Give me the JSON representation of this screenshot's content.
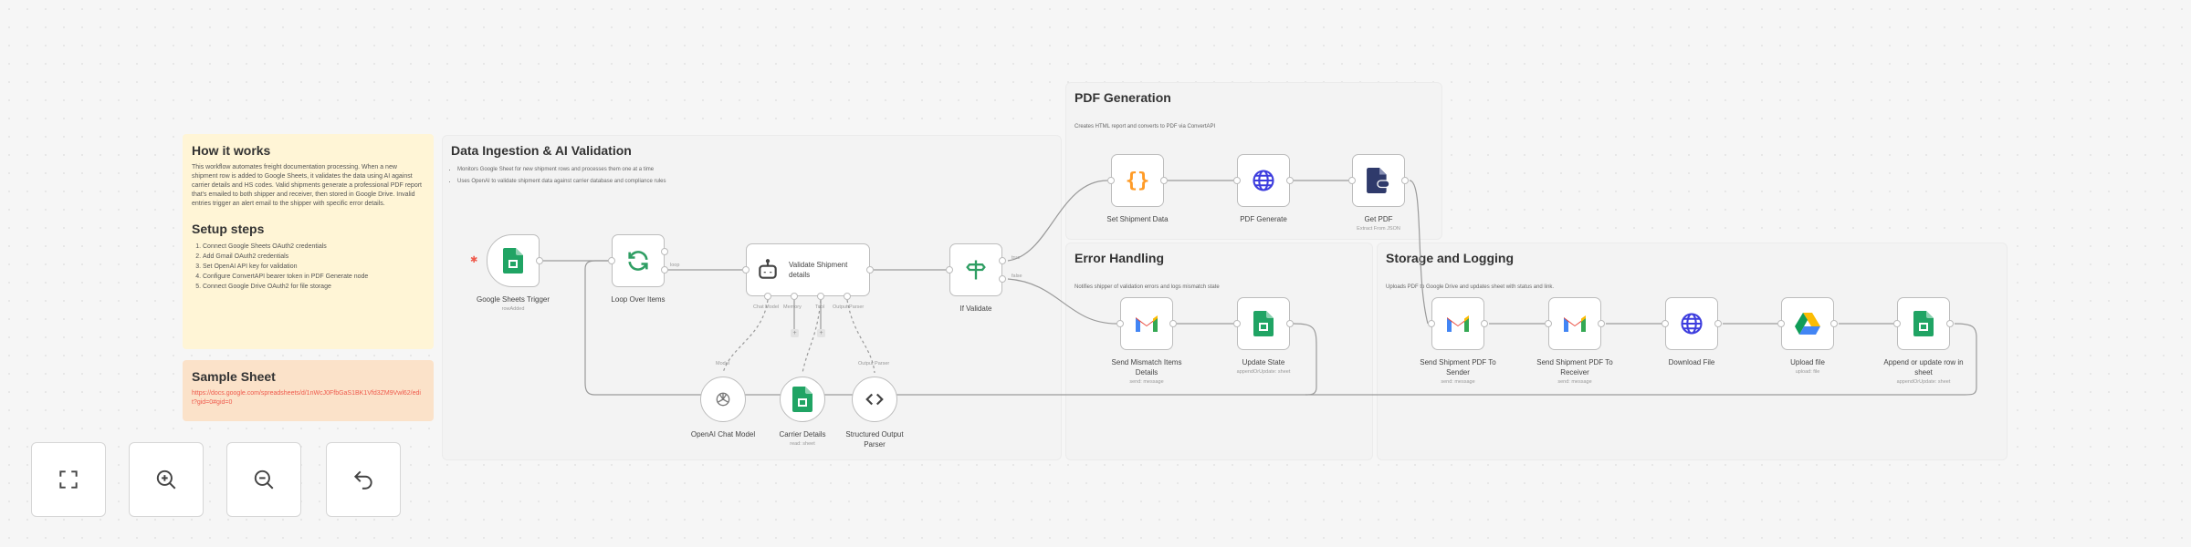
{
  "notes": {
    "how_it_works": {
      "title": "How it works",
      "body": "This workflow automates freight documentation processing. When a new shipment row is added to Google Sheets, it validates the data using AI against carrier details and HS codes. Valid shipments generate a professional PDF report that's emailed to both shipper and receiver, then stored in Google Drive. Invalid entries trigger an alert email to the shipper with specific error details.",
      "setup_title": "Setup steps",
      "setup_steps": [
        "Connect Google Sheets OAuth2 credentials",
        "Add Gmail OAuth2 credentials",
        "Set OpenAI API key for validation",
        "Configure ConvertAPI bearer token in PDF Generate node",
        "Connect Google Drive OAuth2 for file storage"
      ]
    },
    "sample_sheet": {
      "title": "Sample Sheet",
      "link": "https://docs.google.com/spreadsheets/d/1nWcJ0FfbGaS1BK1Vfd3ZM9Vwl62/edit?gid=0#gid=0"
    }
  },
  "sections": {
    "ingestion": {
      "title": "Data Ingestion & AI Validation",
      "bullets": [
        "Monitors Google Sheet for new shipment rows and processes them one at a time",
        "Uses OpenAI to validate shipment data against carrier database and compliance rules"
      ]
    },
    "pdf": {
      "title": "PDF Generation",
      "desc": "Creates HTML report and converts to PDF via ConvertAPI"
    },
    "error": {
      "title": "Error Handling",
      "desc": "Notifies shipper of validation errors and logs mismatch state"
    },
    "storage": {
      "title": "Storage and Logging",
      "desc": "Uploads PDF to Google Drive and updates sheet with status and link."
    }
  },
  "nodes": {
    "trigger": {
      "label": "Google Sheets Trigger",
      "sub": "rowAdded",
      "icon": "google-sheets-icon"
    },
    "loop": {
      "label": "Loop Over Items",
      "sub": "",
      "icon": "loop-icon",
      "output_label": "loop"
    },
    "validate": {
      "label": "Validate Shipment details",
      "icon": "robot-icon",
      "ports": [
        "Chat Model",
        "Memory",
        "Tool",
        "Output Parser"
      ]
    },
    "if": {
      "label": "If Validate",
      "icon": "signpost-icon",
      "outputs": [
        "true",
        "false"
      ]
    },
    "openai": {
      "label": "OpenAI Chat Model",
      "sub": "",
      "icon": "openai-icon",
      "port_label": "Model"
    },
    "carrier": {
      "label": "Carrier Details",
      "sub": "read: sheet",
      "icon": "google-sheets-icon"
    },
    "parser": {
      "label": "Structured Output Parser",
      "sub": "",
      "icon": "code-icon",
      "port_label": "Output Parser"
    },
    "set_data": {
      "label": "Set Shipment Data",
      "sub": "",
      "icon": "braces-icon"
    },
    "pdf_generate": {
      "label": "PDF Generate",
      "sub": "",
      "icon": "globe-icon"
    },
    "get_pdf": {
      "label": "Get PDF",
      "sub": "Extract From JSON",
      "icon": "pdf-file-icon"
    },
    "mismatch": {
      "label": "Send Mismatch Items Details",
      "sub": "send: message",
      "icon": "gmail-icon"
    },
    "update_state": {
      "label": "Update State",
      "sub": "appendOrUpdate: sheet",
      "icon": "google-sheets-icon"
    },
    "sender": {
      "label": "Send Shipment PDF To Sender",
      "sub": "send: message",
      "icon": "gmail-icon"
    },
    "receiver": {
      "label": "Send Shipment PDF To Receiver",
      "sub": "send: message",
      "icon": "gmail-icon"
    },
    "download": {
      "label": "Download File",
      "sub": "",
      "icon": "globe-icon"
    },
    "upload": {
      "label": "Upload file",
      "sub": "upload: file",
      "icon": "google-drive-icon"
    },
    "append": {
      "label": "Append or update row in sheet",
      "sub": "appendOrUpdate: sheet",
      "icon": "google-sheets-icon"
    }
  },
  "controls": {
    "fit_view": "fit-view",
    "zoom_in": "zoom-in",
    "zoom_out": "zoom-out",
    "undo": "undo"
  },
  "colors": {
    "sticky_yellow": "#fff5d6",
    "sticky_orange": "#fbe2c9",
    "link": "#ef5a4c",
    "sheets_green": "#20a464",
    "gmail_red": "#ea4335",
    "globe_blue": "#3d3dde",
    "braces_orange": "#ff9b26"
  }
}
